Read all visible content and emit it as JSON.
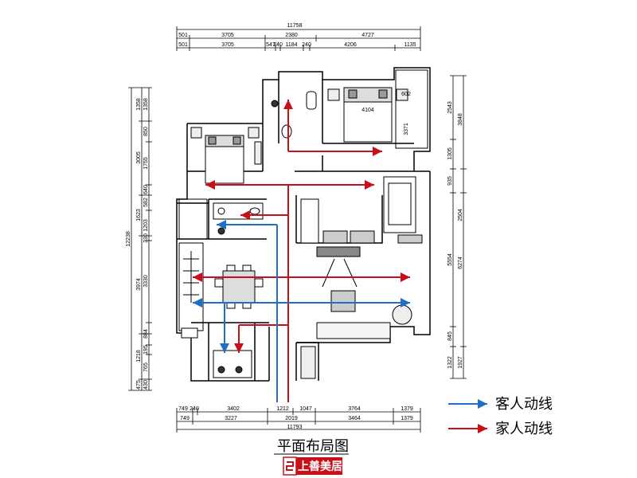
{
  "title": "平面布局图",
  "legend": [
    {
      "label": "客人动线",
      "color": "#1f6fc7"
    },
    {
      "label": "家人动线",
      "color": "#c8101a"
    }
  ],
  "logo": {
    "text": "上善美居",
    "color": "#c8101a"
  },
  "dims_top": {
    "total": "11758",
    "row1": [
      "501",
      "3705",
      "2380",
      "4727"
    ],
    "row2": [
      "501",
      "3705",
      "547",
      "240",
      "1184",
      "240",
      "4206",
      "1135"
    ]
  },
  "dims_bottom": {
    "row1": [
      "749",
      "240",
      "3402",
      "1212",
      "1047",
      "3764",
      "1379"
    ],
    "row2": [
      "749",
      "3227",
      "2019",
      "3464",
      "1379"
    ],
    "total": "11793"
  },
  "dims_left": {
    "total": "12238",
    "inner1": [
      "1358",
      "3005",
      "1623",
      "3974",
      "1218",
      "475"
    ],
    "inner2": [
      "1358",
      "850",
      "1755",
      "640",
      "582",
      "1203",
      "330",
      "3330",
      "884",
      "195",
      "765",
      "430"
    ]
  },
  "dims_right": {
    "inner1": [
      "2543",
      "1305",
      "935",
      "5554",
      "845",
      "1322"
    ],
    "inner2": [
      "3848",
      "2504",
      "6274",
      "1927"
    ]
  },
  "room_labels": [
    "4104",
    "602",
    "3371"
  ]
}
